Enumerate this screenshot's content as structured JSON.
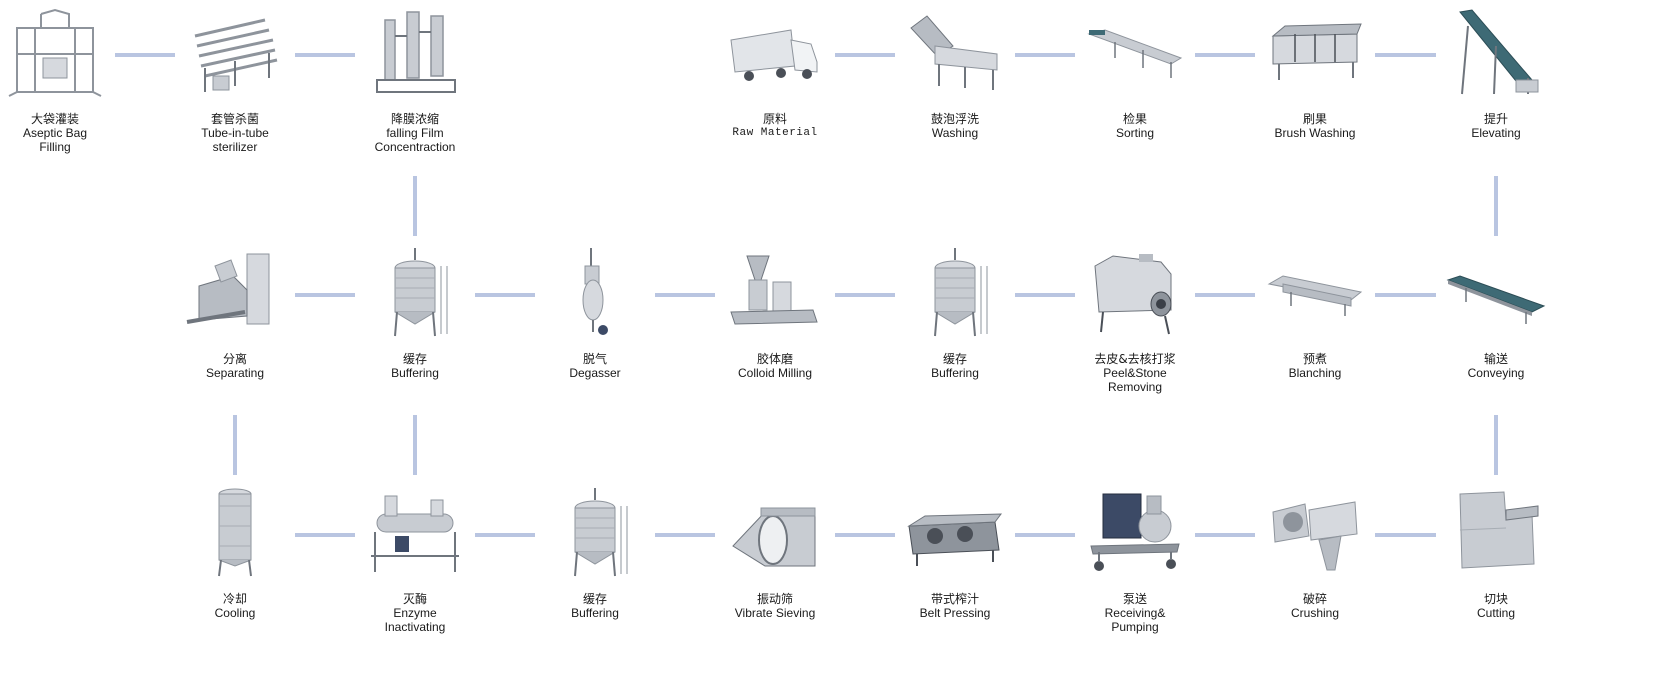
{
  "colors": {
    "connector": "#b9c5e1",
    "steel": "#c8ccd2",
    "steel_dark": "#8e949c",
    "pump_blue": "#3c4a66",
    "truck_cab": "#e9ecef",
    "belt_blue": "#3e6a75"
  },
  "nodes": [
    {
      "id": "aseptic-bag-filling",
      "cn": "大袋灌装",
      "en": [
        "Aseptic Bag",
        "Filling"
      ],
      "icon": "aseptic-filler-icon"
    },
    {
      "id": "tube-in-tube-sterilizer",
      "cn": "套管杀菌",
      "en": [
        "Tube-in-tube",
        "sterilizer"
      ],
      "icon": "tube-sterilizer-icon"
    },
    {
      "id": "falling-film-concentration",
      "cn": "降膜浓缩",
      "en": [
        "falling Film",
        "Concentraction"
      ],
      "icon": "evaporator-icon"
    },
    {
      "id": "raw-material",
      "cn": "原料",
      "en": [
        "Raw Material"
      ],
      "icon": "truck-icon",
      "mono": true
    },
    {
      "id": "washing",
      "cn": "鼓泡浮洗",
      "en": [
        "Washing"
      ],
      "icon": "bubble-washer-icon"
    },
    {
      "id": "sorting",
      "cn": "检果",
      "en": [
        "Sorting"
      ],
      "icon": "sorting-conveyor-icon"
    },
    {
      "id": "brush-washing",
      "cn": "刷果",
      "en": [
        "Brush Washing"
      ],
      "icon": "brush-washer-icon"
    },
    {
      "id": "elevating",
      "cn": "提升",
      "en": [
        "Elevating"
      ],
      "icon": "elevator-icon"
    },
    {
      "id": "separating",
      "cn": "分离",
      "en": [
        "Separating"
      ],
      "icon": "separator-icon"
    },
    {
      "id": "buffering-2",
      "cn": "缓存",
      "en": [
        "Buffering"
      ],
      "icon": "buffer-tank-icon"
    },
    {
      "id": "degasser",
      "cn": "脱气",
      "en": [
        "Degasser"
      ],
      "icon": "degasser-icon"
    },
    {
      "id": "colloid-milling",
      "cn": "胶体磨",
      "en": [
        "Colloid Milling"
      ],
      "icon": "colloid-mill-icon"
    },
    {
      "id": "buffering-1",
      "cn": "缓存",
      "en": [
        "Buffering"
      ],
      "icon": "buffer-tank-icon"
    },
    {
      "id": "peel-stone-removing",
      "cn": "去皮&去核打浆",
      "en": [
        "Peel&Stone",
        "Removing"
      ],
      "icon": "pulper-icon"
    },
    {
      "id": "blanching",
      "cn": "预煮",
      "en": [
        "Blanching"
      ],
      "icon": "blancher-icon"
    },
    {
      "id": "conveying",
      "cn": "输送",
      "en": [
        "Conveying"
      ],
      "icon": "belt-conveyor-icon"
    },
    {
      "id": "cooling",
      "cn": "冷却",
      "en": [
        "Cooling"
      ],
      "icon": "cooling-tank-icon"
    },
    {
      "id": "enzyme-inactivating",
      "cn": "灭酶",
      "en": [
        "Enzyme",
        "Inactivating"
      ],
      "icon": "enzyme-unit-icon"
    },
    {
      "id": "buffering-3",
      "cn": "缓存",
      "en": [
        "Buffering"
      ],
      "icon": "buffer-tank-icon"
    },
    {
      "id": "vibrate-sieving",
      "cn": "振动筛",
      "en": [
        "Vibrate Sieving"
      ],
      "icon": "vibrating-sieve-icon"
    },
    {
      "id": "belt-pressing",
      "cn": "带式榨汁",
      "en": [
        "Belt Pressing"
      ],
      "icon": "belt-press-icon"
    },
    {
      "id": "receiving-pumping",
      "cn": "泵送",
      "en": [
        "Receiving&",
        "Pumping"
      ],
      "icon": "pump-icon"
    },
    {
      "id": "crushing",
      "cn": "破碎",
      "en": [
        "Crushing"
      ],
      "icon": "crusher-icon"
    },
    {
      "id": "cutting",
      "cn": "切块",
      "en": [
        "Cutting"
      ],
      "icon": "cutter-icon"
    }
  ]
}
